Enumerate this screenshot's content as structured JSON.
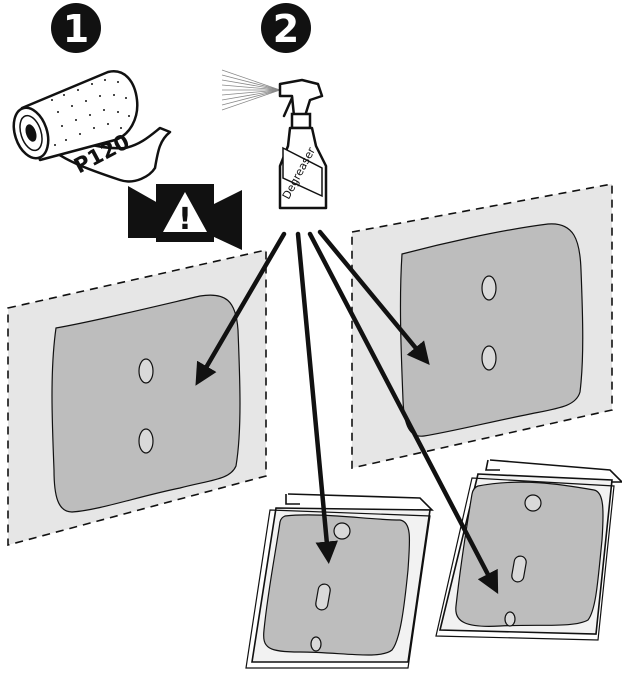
{
  "steps": [
    {
      "number": "1"
    },
    {
      "number": "2"
    }
  ],
  "sandpaper": {
    "grit_label": "P120"
  },
  "bottle": {
    "label": "Degreaser"
  },
  "warning": {
    "symbol": "!",
    "icon": "warning-triangle-icon"
  },
  "colors": {
    "outline": "#111111",
    "panel_fill": "#e6e6e6",
    "surface_fill": "#bdbdbd",
    "step_badge": "#111111",
    "arrow": "#111111"
  }
}
